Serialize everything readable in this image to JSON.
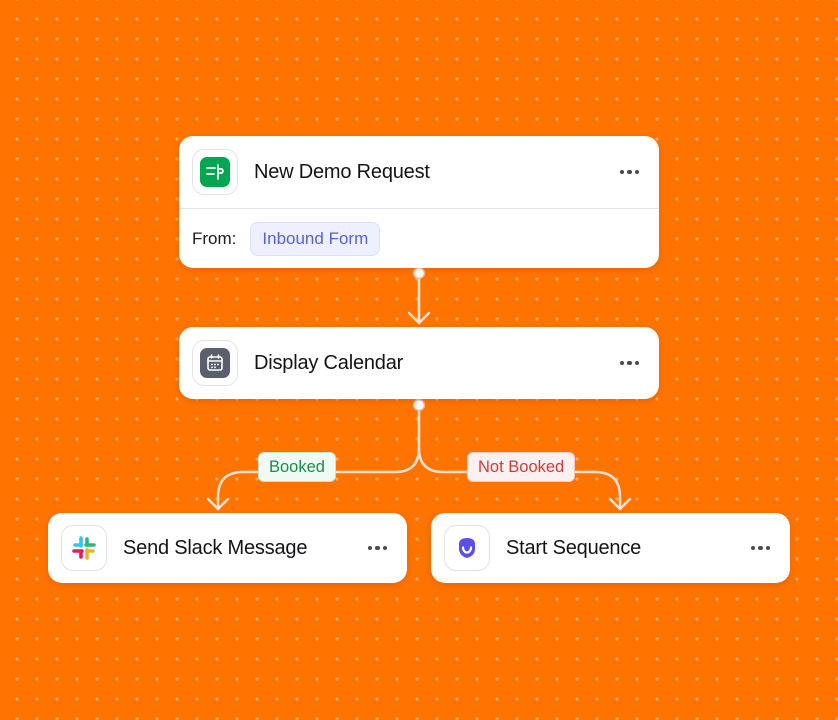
{
  "nodes": {
    "trigger": {
      "title": "New Demo Request",
      "from_label": "From:",
      "source_chip": "Inbound Form",
      "icon": "inbound-form-icon"
    },
    "calendar": {
      "title": "Display Calendar",
      "icon": "calendar-icon"
    },
    "slack": {
      "title": "Send Slack Message",
      "icon": "slack-icon"
    },
    "sequence": {
      "title": "Start Sequence",
      "icon": "sequence-icon"
    }
  },
  "branches": {
    "booked": "Booked",
    "not_booked": "Not Booked"
  },
  "colors": {
    "background": "#ff7300",
    "trigger_icon": "#00a651",
    "calendar_icon": "#5b5e6b",
    "sequence_icon": "#5b4fe8",
    "booked_text": "#1f8a4c",
    "not_booked_text": "#d23a3a",
    "chip_text": "#5a5fd6"
  }
}
